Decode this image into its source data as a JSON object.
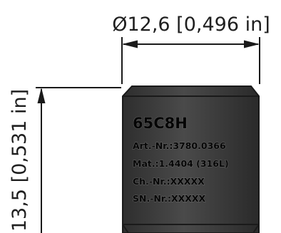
{
  "diameter_dimension": {
    "label": "Ø12,6 [0,496 in]"
  },
  "height_dimension": {
    "label": "13,5 [0,531 in]"
  },
  "part": {
    "colors": {
      "body": "#3c3c3c",
      "body_highlight": "#5a5a5a",
      "lines": "#1a1a1a"
    },
    "marking": {
      "model": "65C8H",
      "article": "Art.-Nr.:3780.0366",
      "material": "Mat.:1.4404 (316L)",
      "charge": "Ch.-Nr.:XXXXX",
      "serial": "SN.-Nr.:XXXXX"
    }
  }
}
